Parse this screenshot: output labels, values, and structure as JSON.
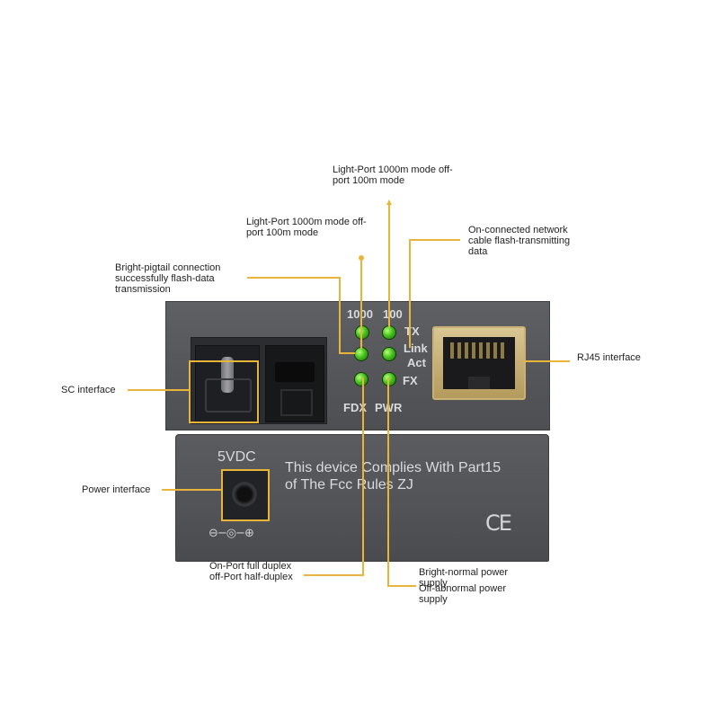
{
  "device": {
    "front_labels": {
      "mode_1000": "1000",
      "mode_100": "100",
      "tx": "TX",
      "link": "Link",
      "act": "Act",
      "fx": "FX",
      "fdx": "FDX",
      "pwr": "PWR"
    },
    "back_labels": {
      "voltage": "5VDC",
      "compliance_line1": "This device Complies With Part15",
      "compliance_line2": "of The Fcc Rules ZJ",
      "ce_mark": "CE",
      "polarity": "⊖−◎−⊕"
    }
  },
  "callouts": [
    {
      "id": "port-1000m-top",
      "lines": [
        "Light-Port 1000m mode off-",
        "port 100m mode"
      ]
    },
    {
      "id": "port-1000m-mid",
      "lines": [
        "Light-Port 1000m mode off-",
        "port 100m mode"
      ]
    },
    {
      "id": "pigtail",
      "lines": [
        "Bright-pigtail connection",
        "successfully flash-data",
        "transmission"
      ]
    },
    {
      "id": "network-cable",
      "lines": [
        "On-connected network",
        "cable flash-transmitting",
        "data"
      ]
    },
    {
      "id": "sc-interface",
      "lines": [
        "SC interface"
      ]
    },
    {
      "id": "rj45-interface",
      "lines": [
        "RJ45 interface"
      ]
    },
    {
      "id": "power-interface",
      "lines": [
        "Power interface"
      ]
    },
    {
      "id": "duplex",
      "lines": [
        "On-Port full duplex",
        "off-Port half-duplex"
      ]
    },
    {
      "id": "power-supply",
      "lines": [
        "Bright-normal power",
        "supply",
        "Off-abnormal power",
        "supply"
      ]
    }
  ],
  "colors": {
    "leader": "#e8b53a",
    "led": "#46c21f",
    "panel": "#56575b",
    "rj45_frame": "#c8b172"
  }
}
